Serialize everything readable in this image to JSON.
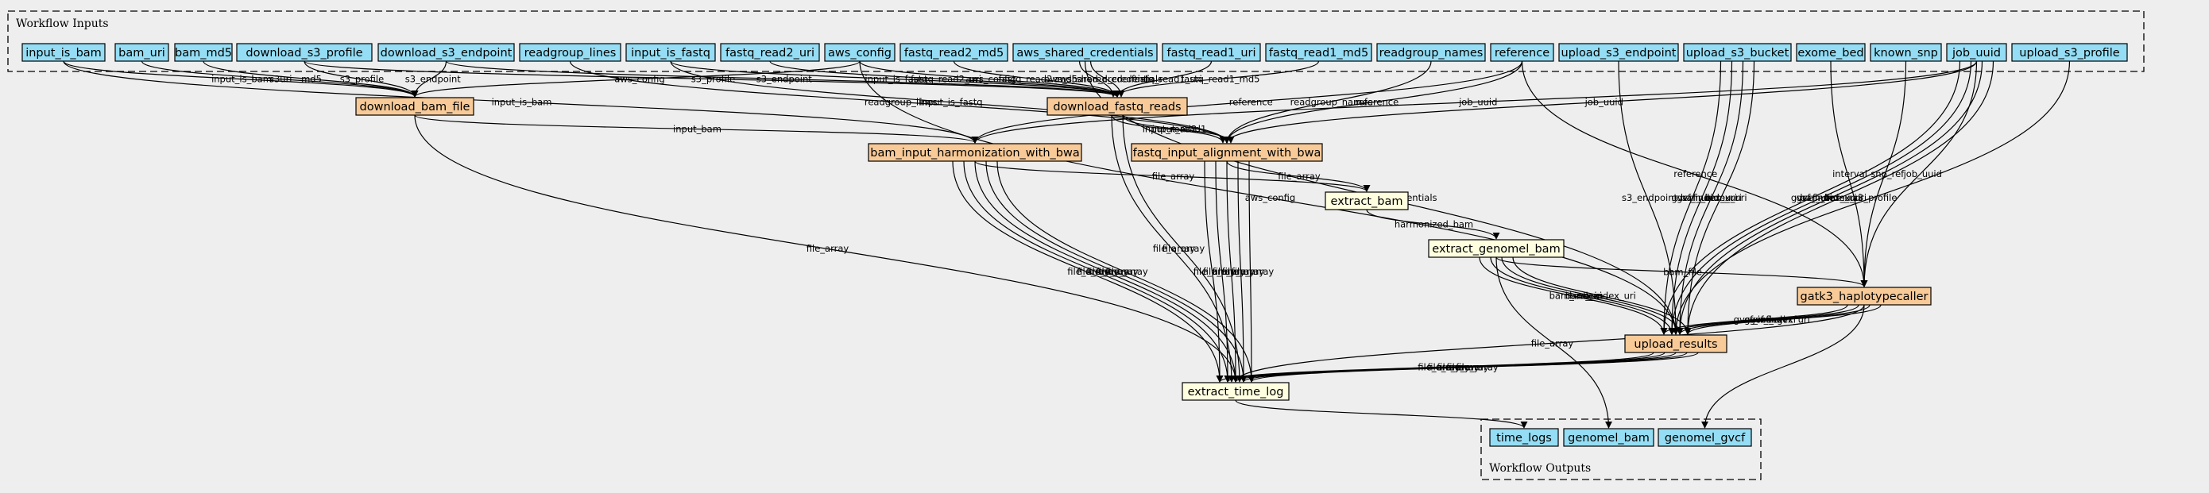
{
  "clusters": {
    "inputs_title": "Workflow Inputs",
    "outputs_title": "Workflow Outputs"
  },
  "colors": {
    "input": "#94ddf4",
    "step": "#f7ca98",
    "expression": "#ffffe0",
    "output": "#94ddf4",
    "background": "#eeeeee"
  },
  "inputs": [
    {
      "id": "input_is_bam",
      "label": "input_is_bam"
    },
    {
      "id": "bam_uri",
      "label": "bam_uri"
    },
    {
      "id": "bam_md5",
      "label": "bam_md5"
    },
    {
      "id": "download_s3_profile",
      "label": "download_s3_profile"
    },
    {
      "id": "download_s3_endpoint",
      "label": "download_s3_endpoint"
    },
    {
      "id": "readgroup_lines",
      "label": "readgroup_lines"
    },
    {
      "id": "input_is_fastq",
      "label": "input_is_fastq"
    },
    {
      "id": "fastq_read2_uri",
      "label": "fastq_read2_uri"
    },
    {
      "id": "aws_config",
      "label": "aws_config"
    },
    {
      "id": "fastq_read2_md5",
      "label": "fastq_read2_md5"
    },
    {
      "id": "aws_shared_credentials",
      "label": "aws_shared_credentials"
    },
    {
      "id": "fastq_read1_uri",
      "label": "fastq_read1_uri"
    },
    {
      "id": "fastq_read1_md5",
      "label": "fastq_read1_md5"
    },
    {
      "id": "readgroup_names",
      "label": "readgroup_names"
    },
    {
      "id": "reference",
      "label": "reference"
    },
    {
      "id": "upload_s3_endpoint",
      "label": "upload_s3_endpoint"
    },
    {
      "id": "upload_s3_bucket",
      "label": "upload_s3_bucket"
    },
    {
      "id": "exome_bed",
      "label": "exome_bed"
    },
    {
      "id": "known_snp",
      "label": "known_snp"
    },
    {
      "id": "job_uuid",
      "label": "job_uuid"
    },
    {
      "id": "upload_s3_profile",
      "label": "upload_s3_profile"
    }
  ],
  "steps": [
    {
      "id": "download_bam_file",
      "label": "download_bam_file",
      "kind": "step"
    },
    {
      "id": "download_fastq_reads",
      "label": "download_fastq_reads",
      "kind": "step"
    },
    {
      "id": "bam_input_harmonization_with_bwa",
      "label": "bam_input_harmonization_with_bwa",
      "kind": "step"
    },
    {
      "id": "fastq_input_alignment_with_bwa",
      "label": "fastq_input_alignment_with_bwa",
      "kind": "step"
    },
    {
      "id": "extract_bam",
      "label": "extract_bam",
      "kind": "expression"
    },
    {
      "id": "extract_genomel_bam",
      "label": "extract_genomel_bam",
      "kind": "expression"
    },
    {
      "id": "gatk3_haplotypecaller",
      "label": "gatk3_haplotypecaller",
      "kind": "step"
    },
    {
      "id": "upload_results",
      "label": "upload_results",
      "kind": "step"
    },
    {
      "id": "extract_time_log",
      "label": "extract_time_log",
      "kind": "expression"
    }
  ],
  "outputs": [
    {
      "id": "time_logs",
      "label": "time_logs"
    },
    {
      "id": "genomel_bam",
      "label": "genomel_bam"
    },
    {
      "id": "genomel_gvcf",
      "label": "genomel_gvcf"
    }
  ],
  "edges": [
    {
      "from": "input_is_bam",
      "to": "download_bam_file",
      "label": "input_is_bam"
    },
    {
      "from": "input_is_bam",
      "to": "bam_input_harmonization_with_bwa",
      "label": "input_is_bam"
    },
    {
      "from": "bam_uri",
      "to": "download_bam_file",
      "label": "s3uri"
    },
    {
      "from": "bam_md5",
      "to": "download_bam_file",
      "label": "md5"
    },
    {
      "from": "download_s3_profile",
      "to": "download_bam_file",
      "label": "s3_profile"
    },
    {
      "from": "download_s3_profile",
      "to": "download_fastq_reads",
      "label": "s3_profile"
    },
    {
      "from": "download_s3_endpoint",
      "to": "download_bam_file",
      "label": "s3_endpoint"
    },
    {
      "from": "download_s3_endpoint",
      "to": "download_fastq_reads",
      "label": "s3_endpoint"
    },
    {
      "from": "readgroup_lines",
      "to": "fastq_input_alignment_with_bwa",
      "label": "readgroup_lines"
    },
    {
      "from": "input_is_fastq",
      "to": "download_fastq_reads",
      "label": "input_is_fastq"
    },
    {
      "from": "input_is_fastq",
      "to": "fastq_input_alignment_with_bwa",
      "label": "input_is_fastq"
    },
    {
      "from": "fastq_read2_uri",
      "to": "download_fastq_reads",
      "label": "fastq_read2_uri"
    },
    {
      "from": "aws_config",
      "to": "download_bam_file",
      "label": "aws_config"
    },
    {
      "from": "aws_config",
      "to": "download_fastq_reads",
      "label": "aws_config"
    },
    {
      "from": "aws_config",
      "to": "upload_results",
      "label": "aws_config"
    },
    {
      "from": "fastq_read2_md5",
      "to": "download_fastq_reads",
      "label": "fastq_read2_md5"
    },
    {
      "from": "aws_shared_credentials",
      "to": "download_fastq_reads",
      "label": "aws_shared_credentials"
    },
    {
      "from": "aws_shared_credentials",
      "to": "download_fastq_reads",
      "label": "aws_shared_credentials"
    },
    {
      "from": "aws_shared_credentials",
      "to": "upload_results",
      "label": "aws_shared_credentials"
    },
    {
      "from": "fastq_read1_uri",
      "to": "download_fastq_reads",
      "label": "fastq_read1_uri"
    },
    {
      "from": "fastq_read1_md5",
      "to": "download_fastq_reads",
      "label": "fastq_read1_md5"
    },
    {
      "from": "readgroup_names",
      "to": "fastq_input_alignment_with_bwa",
      "label": "readgroup_names"
    },
    {
      "from": "reference",
      "to": "bam_input_harmonization_with_bwa",
      "label": "reference"
    },
    {
      "from": "reference",
      "to": "fastq_input_alignment_with_bwa",
      "label": "reference"
    },
    {
      "from": "reference",
      "to": "gatk3_haplotypecaller",
      "label": "reference"
    },
    {
      "from": "upload_s3_endpoint",
      "to": "upload_results",
      "label": "s3_endpoint"
    },
    {
      "from": "upload_s3_bucket",
      "to": "upload_results",
      "label": "gvcf_uri"
    },
    {
      "from": "upload_s3_bucket",
      "to": "upload_results",
      "label": "gvcf_index_uri"
    },
    {
      "from": "upload_s3_bucket",
      "to": "upload_results",
      "label": "bam_index_uri"
    },
    {
      "from": "upload_s3_bucket",
      "to": "upload_results",
      "label": "bam_uri"
    },
    {
      "from": "exome_bed",
      "to": "gatk3_haplotypecaller",
      "label": "interval"
    },
    {
      "from": "known_snp",
      "to": "gatk3_haplotypecaller",
      "label": "snp_ref"
    },
    {
      "from": "job_uuid",
      "to": "fastq_input_alignment_with_bwa",
      "label": "job_uuid"
    },
    {
      "from": "job_uuid",
      "to": "bam_input_harmonization_with_bwa",
      "label": "job_uuid"
    },
    {
      "from": "job_uuid",
      "to": "gatk3_haplotypecaller",
      "label": "job_uuid"
    },
    {
      "from": "job_uuid",
      "to": "upload_results",
      "label": "gvcf_uri"
    },
    {
      "from": "job_uuid",
      "to": "upload_results",
      "label": "gvcf_index_uri"
    },
    {
      "from": "job_uuid",
      "to": "upload_results",
      "label": "bam_index_uri"
    },
    {
      "from": "job_uuid",
      "to": "upload_results",
      "label": "bam_uri"
    },
    {
      "from": "upload_s3_profile",
      "to": "upload_results",
      "label": "s3_profile"
    },
    {
      "from": "download_bam_file",
      "to": "bam_input_harmonization_with_bwa",
      "label": "input_bam"
    },
    {
      "from": "download_bam_file",
      "to": "extract_time_log",
      "label": "file_array"
    },
    {
      "from": "download_fastq_reads",
      "to": "fastq_input_alignment_with_bwa",
      "label": "input_read2"
    },
    {
      "from": "download_fastq_reads",
      "to": "fastq_input_alignment_with_bwa",
      "label": "input_read1"
    },
    {
      "from": "download_fastq_reads",
      "to": "extract_time_log",
      "label": "file_array"
    },
    {
      "from": "download_fastq_reads",
      "to": "extract_time_log",
      "label": "file_array"
    },
    {
      "from": "bam_input_harmonization_with_bwa",
      "to": "extract_bam",
      "label": "file_array"
    },
    {
      "from": "bam_input_harmonization_with_bwa",
      "to": "extract_time_log",
      "label": "file_array"
    },
    {
      "from": "bam_input_harmonization_with_bwa",
      "to": "extract_time_log",
      "label": "file_array"
    },
    {
      "from": "bam_input_harmonization_with_bwa",
      "to": "extract_time_log",
      "label": "file_array"
    },
    {
      "from": "bam_input_harmonization_with_bwa",
      "to": "extract_time_log",
      "label": "file_array"
    },
    {
      "from": "bam_input_harmonization_with_bwa",
      "to": "extract_time_log",
      "label": "file_array"
    },
    {
      "from": "fastq_input_alignment_with_bwa",
      "to": "extract_bam",
      "label": "file_array"
    },
    {
      "from": "fastq_input_alignment_with_bwa",
      "to": "extract_time_log",
      "label": "file_array"
    },
    {
      "from": "fastq_input_alignment_with_bwa",
      "to": "extract_time_log",
      "label": "file_array"
    },
    {
      "from": "fastq_input_alignment_with_bwa",
      "to": "extract_time_log",
      "label": "file_array"
    },
    {
      "from": "fastq_input_alignment_with_bwa",
      "to": "extract_time_log",
      "label": "file_array"
    },
    {
      "from": "fastq_input_alignment_with_bwa",
      "to": "extract_time_log",
      "label": "file_array"
    },
    {
      "from": "extract_bam",
      "to": "extract_genomel_bam",
      "label": "harmonized_bam"
    },
    {
      "from": "extract_genomel_bam",
      "to": "gatk3_haplotypecaller",
      "label": "bam_file"
    },
    {
      "from": "extract_genomel_bam",
      "to": "upload_results",
      "label": "bam_index"
    },
    {
      "from": "extract_genomel_bam",
      "to": "upload_results",
      "label": "bam_uri"
    },
    {
      "from": "extract_genomel_bam",
      "to": "upload_results",
      "label": "bam"
    },
    {
      "from": "extract_genomel_bam",
      "to": "upload_results",
      "label": "bam_index_uri"
    },
    {
      "from": "extract_genomel_bam",
      "to": "genomel_bam",
      "label": ""
    },
    {
      "from": "gatk3_haplotypecaller",
      "to": "upload_results",
      "label": "gvcf_index"
    },
    {
      "from": "gatk3_haplotypecaller",
      "to": "upload_results",
      "label": "gvcf_uri"
    },
    {
      "from": "gatk3_haplotypecaller",
      "to": "upload_results",
      "label": "gvcf_index_uri"
    },
    {
      "from": "gatk3_haplotypecaller",
      "to": "upload_results",
      "label": "gvcf"
    },
    {
      "from": "gatk3_haplotypecaller",
      "to": "extract_time_log",
      "label": "file_array"
    },
    {
      "from": "gatk3_haplotypecaller",
      "to": "genomel_gvcf",
      "label": ""
    },
    {
      "from": "upload_results",
      "to": "extract_time_log",
      "label": "file_array"
    },
    {
      "from": "upload_results",
      "to": "extract_time_log",
      "label": "file_array"
    },
    {
      "from": "upload_results",
      "to": "extract_time_log",
      "label": "file_array"
    },
    {
      "from": "upload_results",
      "to": "extract_time_log",
      "label": "file_array"
    },
    {
      "from": "upload_results",
      "to": "extract_time_log",
      "label": "file_array"
    },
    {
      "from": "extract_time_log",
      "to": "time_logs",
      "label": ""
    }
  ]
}
